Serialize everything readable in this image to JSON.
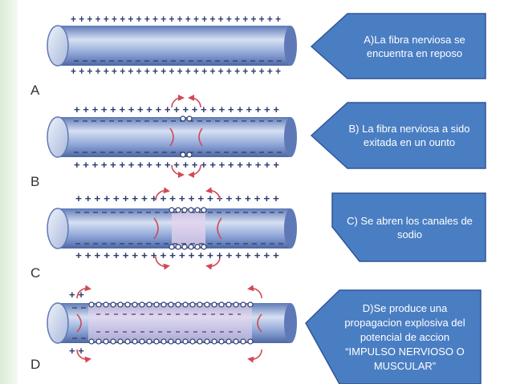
{
  "colors": {
    "callout_fill": "#4A7EC3",
    "callout_stroke": "#2F5597",
    "fiber_body": "#7D97CE",
    "fiber_highlight": "#D4DEF2",
    "charge_ink": "#2C3C6E",
    "current_arrow": "#D04A55",
    "paper_edge": "#E9F1E4"
  },
  "panels": [
    {
      "letter": "A",
      "top_charges": "+ + + + + + + + + + + + + + + + + + + + + + + + + +",
      "bottom_charges": "+ + + + + + + + + + + + + + + + + + + + + + + + + +",
      "active_state": "rest"
    },
    {
      "letter": "B",
      "top_charges": "+ + + + + + + + + + + + + + + + + + + + + + +",
      "bottom_charges": "+ + + + + + + + + + + + + + + + + + + + + + +",
      "active_state": "point-excited"
    },
    {
      "letter": "C",
      "top_charges": "+ + + + + + + + + + + + + + + + + + + + + +",
      "bottom_charges": "+ + + + + + + + + + + + + + + + + + + + + +",
      "active_state": "sodium-channels-open"
    },
    {
      "letter": "D",
      "top_charges": "+ +",
      "bottom_charges": "+ +",
      "active_state": "propagation"
    }
  ],
  "callouts": [
    {
      "id": "a",
      "text": "A)La fibra nerviosa se\nencuentra en reposo"
    },
    {
      "id": "b",
      "text": "B) La fibra nerviosa a sido\nexitada en un ounto"
    },
    {
      "id": "c",
      "text": "C) Se abren los canales de\nsodio"
    },
    {
      "id": "d",
      "text": "D)Se produce  una\npropagacion explosiva del\npotencial de accion\n“IMPULSO NERVIOSO O\nMUSCULAR”"
    }
  ]
}
